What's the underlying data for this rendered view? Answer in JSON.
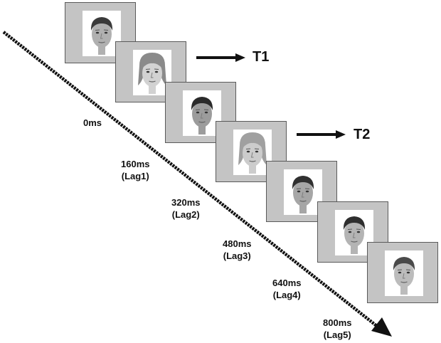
{
  "targets": {
    "t1": "T1",
    "t2": "T2"
  },
  "times": [
    {
      "time": "0ms",
      "lag": ""
    },
    {
      "time": "160ms",
      "lag": "(Lag1)"
    },
    {
      "time": "320ms",
      "lag": "(Lag2)"
    },
    {
      "time": "480ms",
      "lag": "(Lag3)"
    },
    {
      "time": "640ms",
      "lag": "(Lag4)"
    },
    {
      "time": "800ms",
      "lag": "(Lag5)"
    }
  ],
  "frames": [
    {
      "face": "male-face",
      "hair": "#3a3a3a",
      "skin": "#b0b0b0",
      "style": "short"
    },
    {
      "face": "female-face",
      "hair": "#8a8a8a",
      "skin": "#d2d2d2",
      "style": "long"
    },
    {
      "face": "male-face",
      "hair": "#2a2a2a",
      "skin": "#9c9c9c",
      "style": "short"
    },
    {
      "face": "female-face",
      "hair": "#a0a0a0",
      "skin": "#cccccc",
      "style": "long"
    },
    {
      "face": "male-face",
      "hair": "#303030",
      "skin": "#a6a6a6",
      "style": "short"
    },
    {
      "face": "male-face",
      "hair": "#2e2e2e",
      "skin": "#b4b4b4",
      "style": "short"
    },
    {
      "face": "male-face",
      "hair": "#4a4a4a",
      "skin": "#bcbcbc",
      "style": "short"
    }
  ],
  "colors": {
    "frame": "#c4c4c4",
    "arrow": "#111111"
  }
}
